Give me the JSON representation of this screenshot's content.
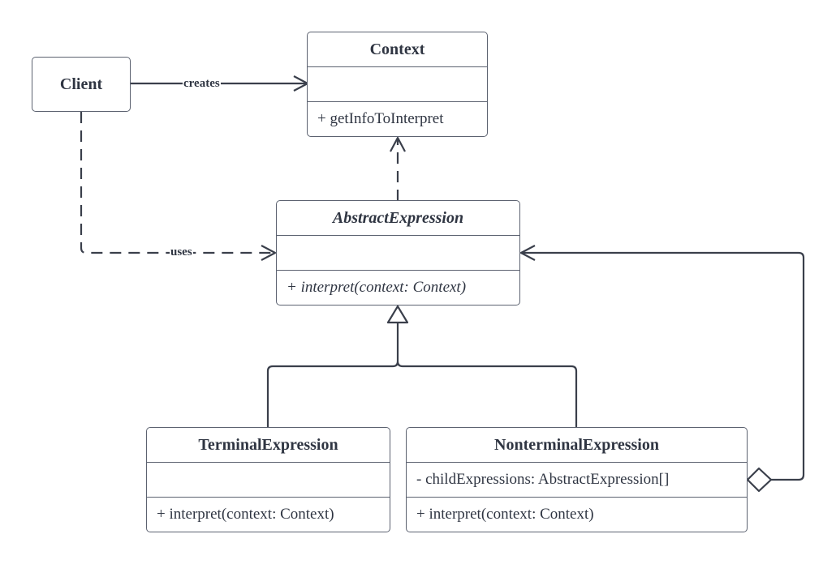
{
  "classes": {
    "client": {
      "name": "Client"
    },
    "context": {
      "name": "Context",
      "attributes": "",
      "operations": "+ getInfoToInterpret"
    },
    "abstract_expression": {
      "name": "AbstractExpression",
      "attributes": "",
      "operations": "+ interpret(context: Context)"
    },
    "terminal_expression": {
      "name": "TerminalExpression",
      "attributes": "",
      "operations": "+ interpret(context: Context)"
    },
    "nonterminal_expression": {
      "name": "NonterminalExpression",
      "attributes": "- childExpressions: AbstractExpression[]",
      "operations": "+ interpret(context: Context)"
    }
  },
  "relations": {
    "creates": "creates",
    "uses": "uses"
  },
  "colors": {
    "line": "#3a3f4b",
    "border": "#5c6270",
    "text": "#2f3542"
  }
}
